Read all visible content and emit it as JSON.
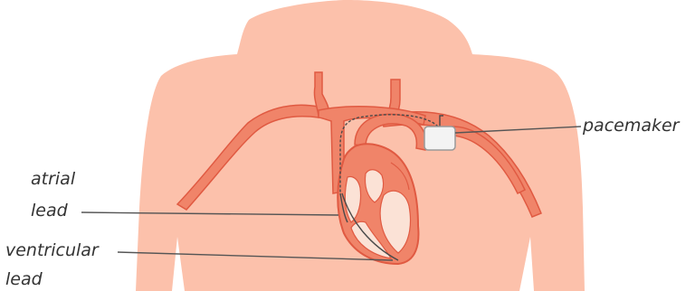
{
  "diagram": {
    "labels": {
      "pacemaker": "pacemaker",
      "atrial_lead_line1": "atrial",
      "atrial_lead_line2": "lead",
      "ventricular_lead_line1": "ventricular",
      "ventricular_lead_line2": "lead"
    },
    "colors": {
      "skin": "#fcc1ab",
      "vessel_fill": "#f08469",
      "vessel_stroke": "#e05a42",
      "heart_inner": "#fbe2d6",
      "device_fill": "#f3f3f3",
      "device_stroke": "#9a9a9a",
      "lead_line": "#4a4a4a",
      "leader_line": "#555555",
      "text": "#333333"
    }
  }
}
